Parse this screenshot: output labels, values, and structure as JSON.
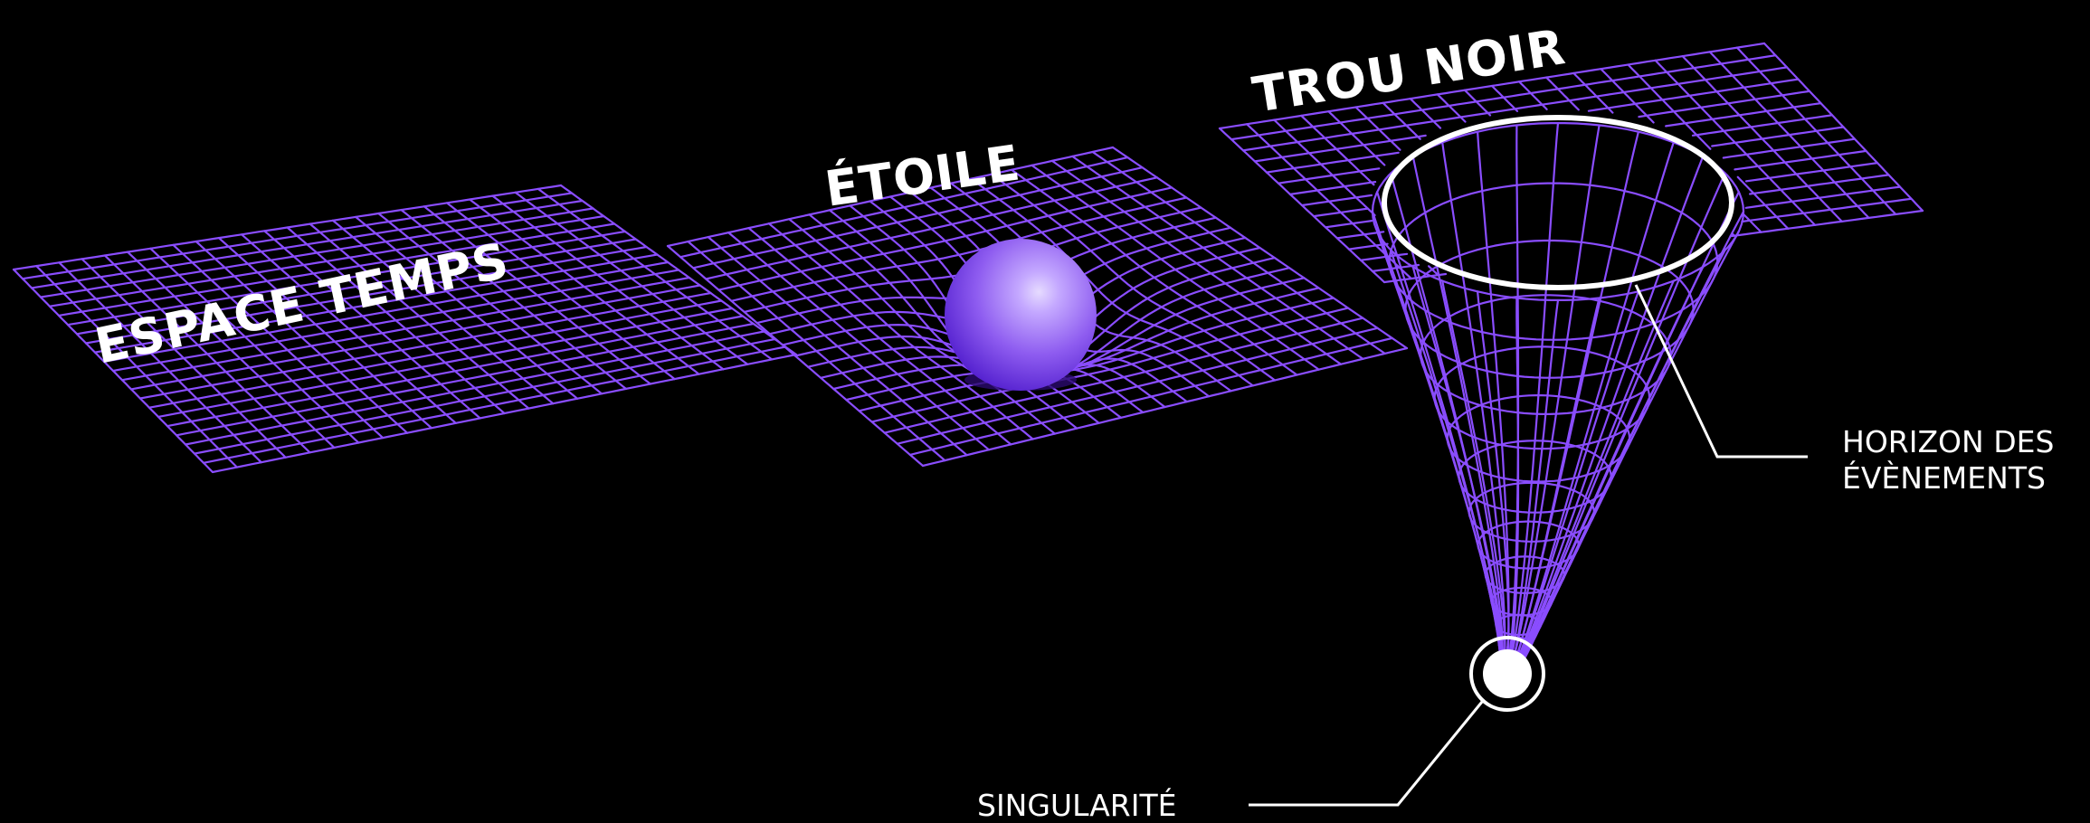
{
  "panels": {
    "spacetime": {
      "title": "ESPACE TEMPS"
    },
    "star": {
      "title": "ÉTOILE"
    },
    "black_hole": {
      "title": "TROU NOIR"
    }
  },
  "callouts": {
    "event_horizon": {
      "line1": "HORIZON DES",
      "line2": "ÉVÈNEMENTS"
    },
    "singularity": {
      "label": "SINGULARITÉ"
    }
  },
  "colors": {
    "background": "#000000",
    "grid": "#8a4dff",
    "text": "#ffffff",
    "sphere_light": "#c4a8ff",
    "sphere_mid": "#8e5cf0",
    "sphere_dark": "#4a16c9"
  }
}
